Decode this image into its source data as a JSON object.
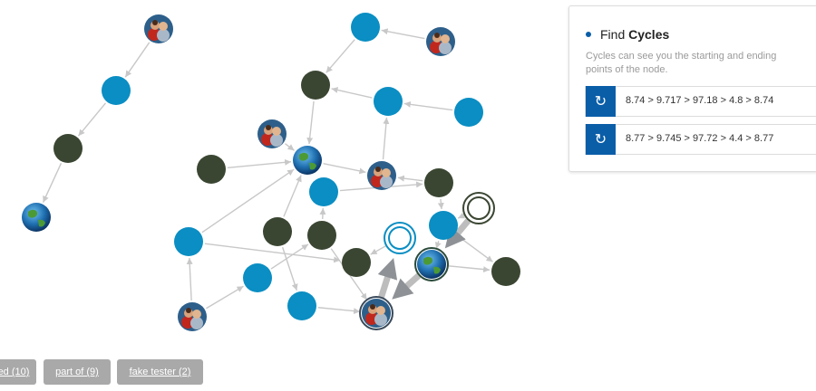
{
  "panel": {
    "title_prefix": "Find",
    "title_bold": "Cycles",
    "description": "Cycles can see you the starting and ending points of the node.",
    "icon": "cycle-refresh-icon",
    "cycles": [
      {
        "path": "8.74 > 9.717 > 97.18 > 4.8 > 8.74"
      },
      {
        "path": "8.77 > 9.745 > 97.72 > 4.4 > 8.77"
      }
    ]
  },
  "filters": [
    {
      "label": "ed (10)"
    },
    {
      "label": "part of (9)"
    },
    {
      "label": "fake tester (2)"
    }
  ],
  "colors": {
    "blue_node": "#0a8ec3",
    "dark_node": "#3a4632",
    "edge": "#c8c8c8",
    "highlight_edge": "#bdbdbd",
    "accent": "#0a5ea8",
    "filter_bg": "#a9a9a9"
  },
  "graph": {
    "nodes": [
      {
        "id": "p1",
        "kind": "people"
      },
      {
        "id": "b1",
        "kind": "blue"
      },
      {
        "id": "d1",
        "kind": "dark"
      },
      {
        "id": "g1",
        "kind": "globe"
      },
      {
        "id": "b2",
        "kind": "blue"
      },
      {
        "id": "p2",
        "kind": "people"
      },
      {
        "id": "d2",
        "kind": "dark"
      },
      {
        "id": "b3",
        "kind": "blue"
      },
      {
        "id": "b4",
        "kind": "blue"
      },
      {
        "id": "p3",
        "kind": "people"
      },
      {
        "id": "g2",
        "kind": "globe"
      },
      {
        "id": "d3",
        "kind": "dark"
      },
      {
        "id": "p4",
        "kind": "people"
      },
      {
        "id": "d4",
        "kind": "dark"
      },
      {
        "id": "b5",
        "kind": "blue"
      },
      {
        "id": "b6",
        "kind": "blue"
      },
      {
        "id": "d5",
        "kind": "dark"
      },
      {
        "id": "d6",
        "kind": "dark"
      },
      {
        "id": "r1",
        "kind": "ring-blue"
      },
      {
        "id": "b7",
        "kind": "blue"
      },
      {
        "id": "r2",
        "kind": "ring-dark"
      },
      {
        "id": "d7",
        "kind": "dark"
      },
      {
        "id": "g3",
        "kind": "globe-ring"
      },
      {
        "id": "d8",
        "kind": "dark"
      },
      {
        "id": "b8",
        "kind": "blue"
      },
      {
        "id": "p5",
        "kind": "people"
      },
      {
        "id": "b9",
        "kind": "blue"
      },
      {
        "id": "p6",
        "kind": "people-ring"
      }
    ],
    "edges": [
      [
        "p1",
        "b1",
        false
      ],
      [
        "b1",
        "d1",
        false
      ],
      [
        "d1",
        "g1",
        false
      ],
      [
        "p2",
        "b2",
        false
      ],
      [
        "b2",
        "d2",
        false
      ],
      [
        "b3",
        "d2",
        false
      ],
      [
        "b4",
        "b3",
        false
      ],
      [
        "d2",
        "g2",
        false
      ],
      [
        "p3",
        "g2",
        false
      ],
      [
        "d3",
        "g2",
        false
      ],
      [
        "g2",
        "p4",
        false
      ],
      [
        "p4",
        "b3",
        false
      ],
      [
        "b5",
        "d4",
        false
      ],
      [
        "d4",
        "p4",
        false
      ],
      [
        "d4",
        "b7",
        false
      ],
      [
        "b6",
        "g2",
        false
      ],
      [
        "d5",
        "g2",
        false
      ],
      [
        "b6",
        "d7",
        false
      ],
      [
        "p5",
        "b8",
        false
      ],
      [
        "p5",
        "b6",
        false
      ],
      [
        "b8",
        "d6",
        false
      ],
      [
        "d6",
        "b5",
        false
      ],
      [
        "d6",
        "p6",
        false
      ],
      [
        "b9",
        "p6",
        false
      ],
      [
        "d5",
        "b9",
        false
      ],
      [
        "r1",
        "d7",
        false
      ],
      [
        "g3",
        "d8",
        false
      ],
      [
        "b7",
        "d8",
        false
      ],
      [
        "r2",
        "b7",
        false
      ],
      [
        "b7",
        "g3",
        false
      ],
      [
        "g3",
        "p6",
        true
      ],
      [
        "p6",
        "r1",
        true
      ],
      [
        "r2",
        "g3",
        true
      ]
    ]
  }
}
